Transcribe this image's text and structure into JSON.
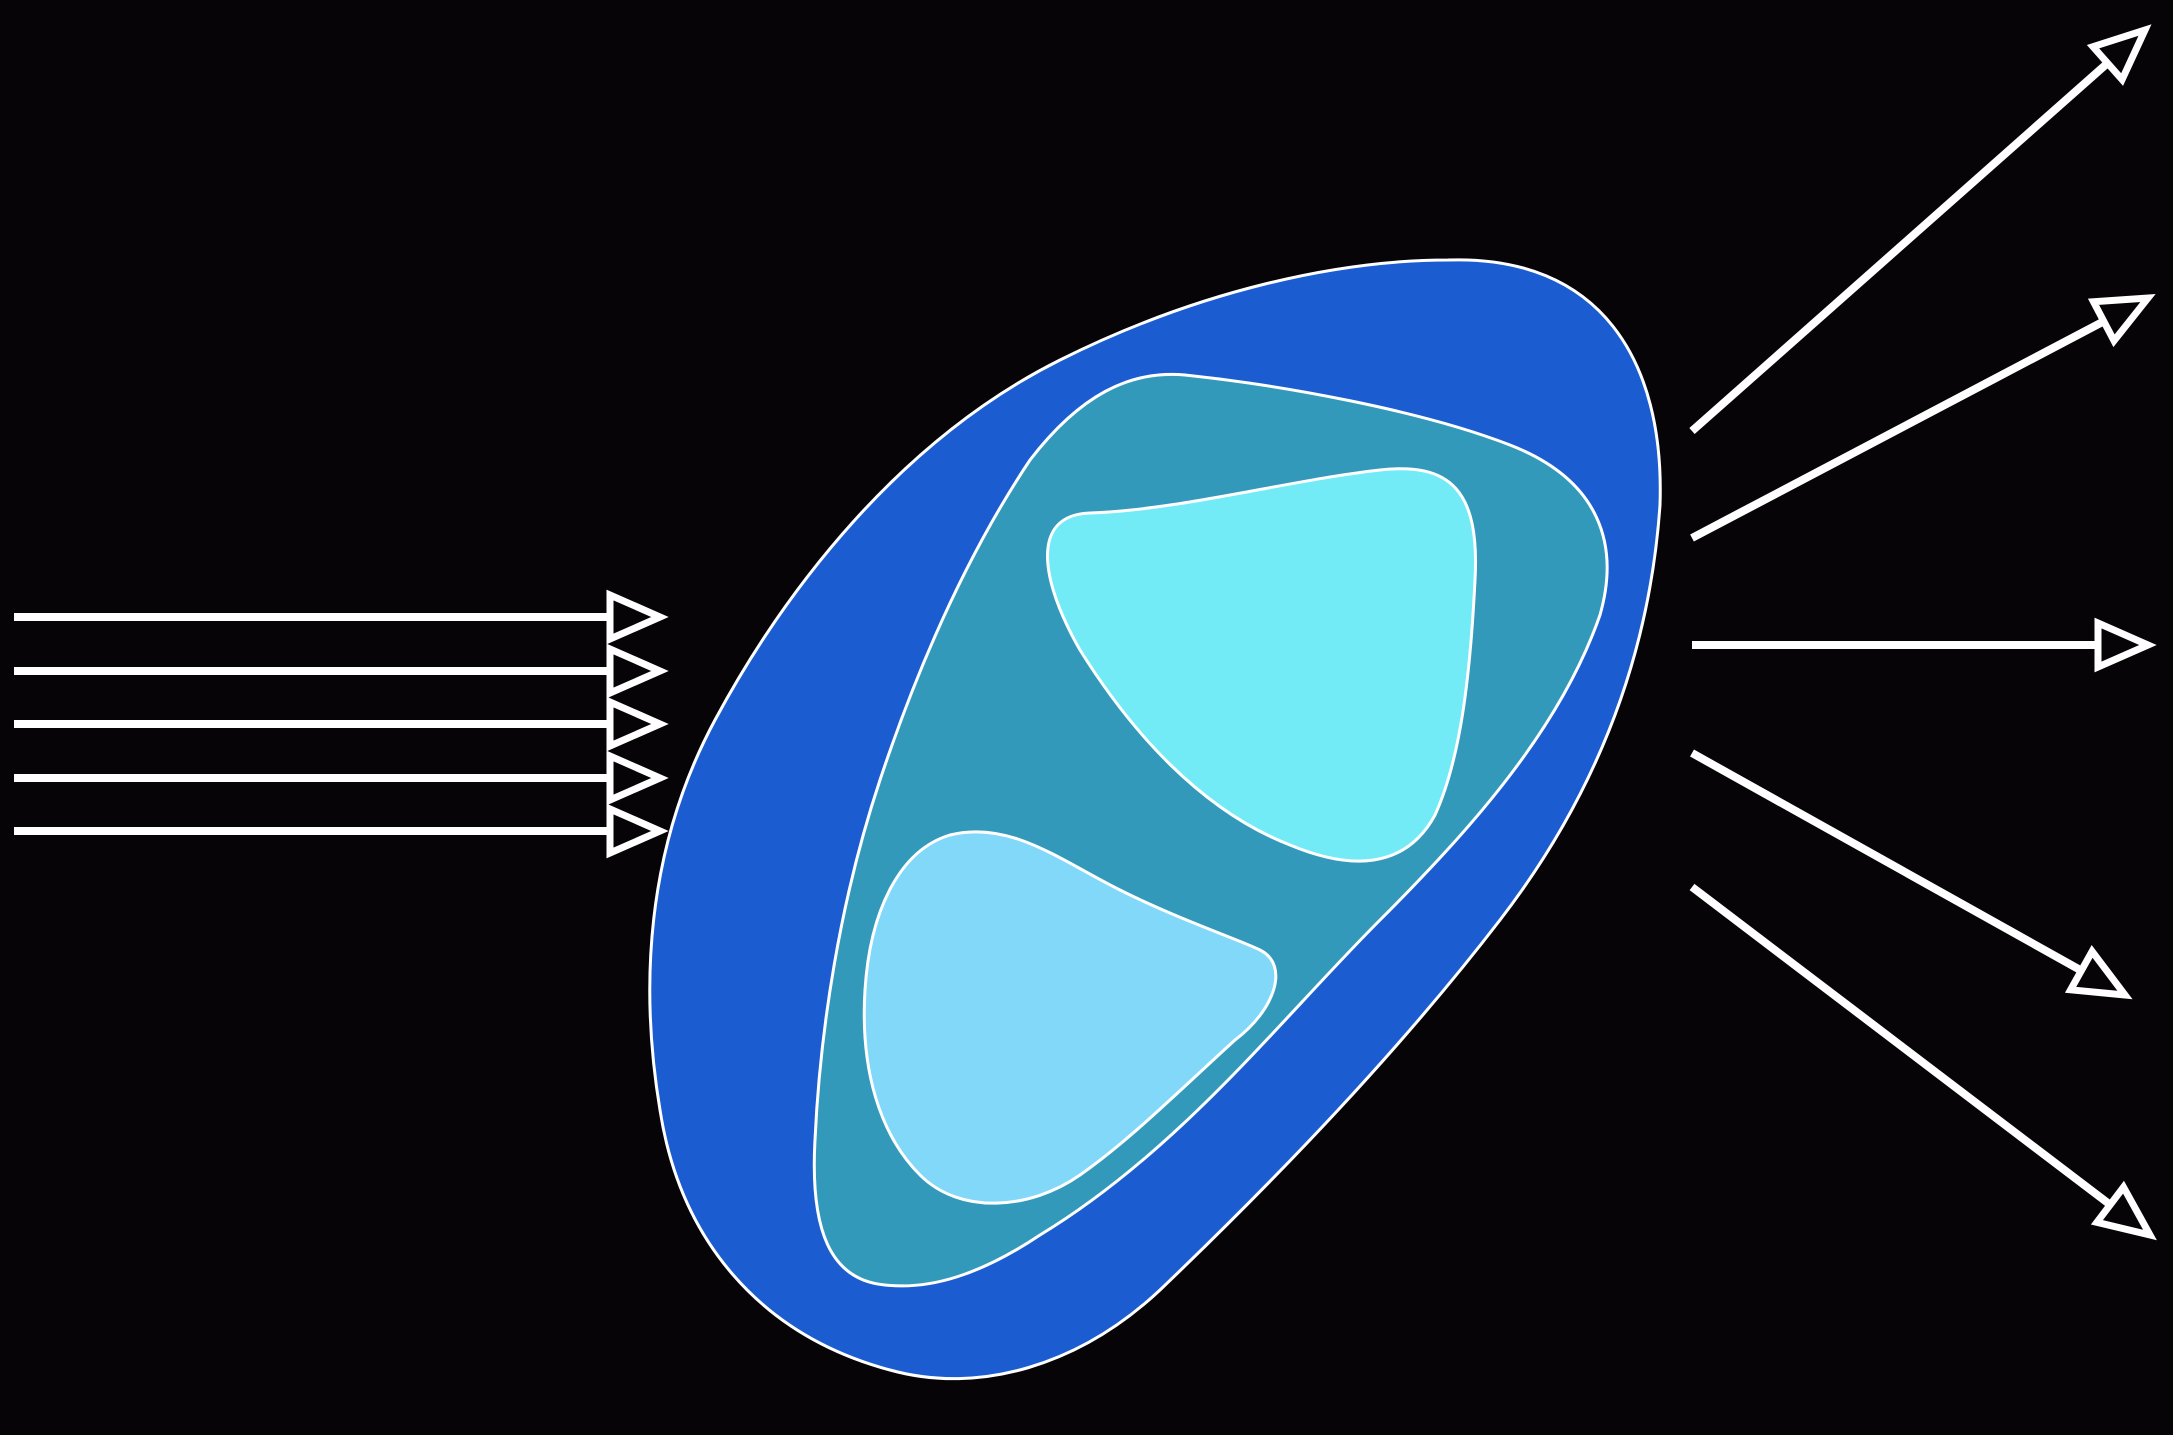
{
  "colors": {
    "background": "#070407",
    "outer_region": "#1c5cd1",
    "middle_region": "#3299ba",
    "inner_region_upper": "#72ebf7",
    "inner_region_lower": "#82d8f9",
    "arrow": "#ffffff"
  },
  "incoming_arrows": [
    {
      "name": "incoming-arrow-1"
    },
    {
      "name": "incoming-arrow-2"
    },
    {
      "name": "incoming-arrow-3"
    },
    {
      "name": "incoming-arrow-4"
    },
    {
      "name": "incoming-arrow-5"
    }
  ],
  "outgoing_arrows": [
    {
      "name": "outgoing-arrow-1"
    },
    {
      "name": "outgoing-arrow-2"
    },
    {
      "name": "outgoing-arrow-3"
    },
    {
      "name": "outgoing-arrow-4"
    },
    {
      "name": "outgoing-arrow-5"
    }
  ]
}
